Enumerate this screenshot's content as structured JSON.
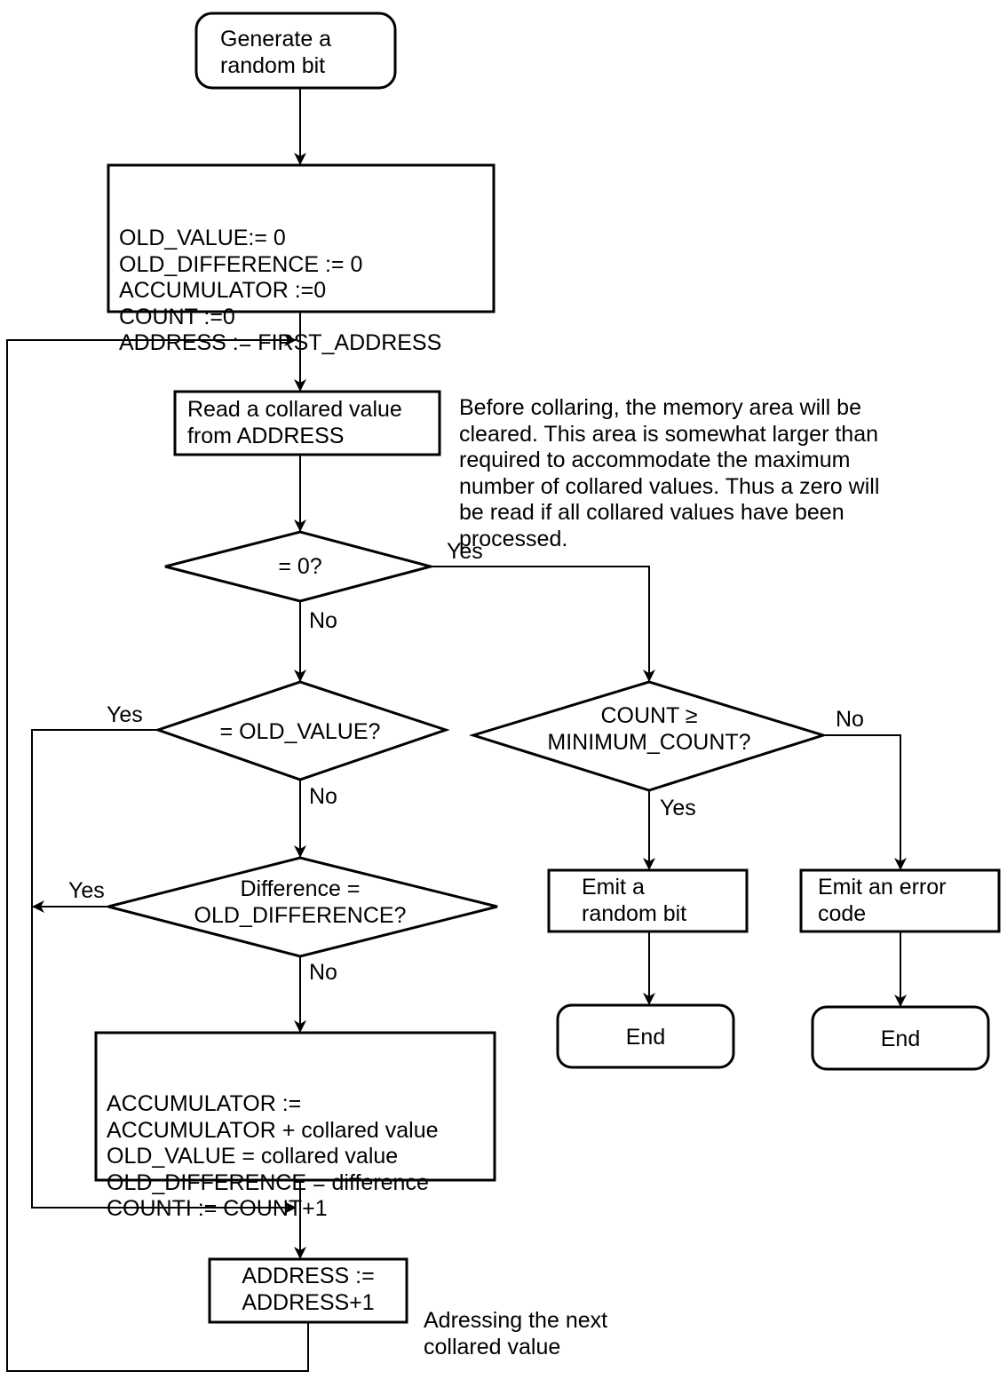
{
  "nodes": {
    "start": {
      "type": "terminal",
      "lines": [
        "Generate a",
        "random bit"
      ]
    },
    "init": {
      "type": "process",
      "lines": [
        "OLD_VALUE:= 0",
        "OLD_DIFFERENCE := 0",
        "ACCUMULATOR :=0",
        "COUNT :=0",
        "ADDRESS := FIRST_ADDRESS"
      ]
    },
    "read": {
      "type": "process",
      "lines": [
        "Read a collared value",
        "from ADDRESS"
      ]
    },
    "is_zero": {
      "type": "decision",
      "lines": [
        "= 0?"
      ]
    },
    "eq_old_value": {
      "type": "decision",
      "lines": [
        "= OLD_VALUE?"
      ]
    },
    "eq_old_diff": {
      "type": "decision",
      "lines": [
        "Difference =",
        "OLD_DIFFERENCE?"
      ]
    },
    "accumulate": {
      "type": "process",
      "lines": [
        "ACCUMULATOR :=",
        "ACCUMULATOR + collared value",
        "OLD_VALUE = collared value",
        "OLD_DIFFERENCE = difference",
        "COUNTI := COUNT+1"
      ]
    },
    "next_address": {
      "type": "process",
      "lines": [
        "ADDRESS :=",
        "ADDRESS+1"
      ]
    },
    "count_check": {
      "type": "decision",
      "lines": [
        "COUNT ≥",
        "MINIMUM_COUNT?"
      ]
    },
    "emit_bit": {
      "type": "process",
      "lines": [
        "Emit a",
        "random bit"
      ]
    },
    "emit_error": {
      "type": "process",
      "lines": [
        "Emit an error",
        "code"
      ]
    },
    "end_1": {
      "type": "terminal",
      "lines": [
        "End"
      ]
    },
    "end_2": {
      "type": "terminal",
      "lines": [
        "End"
      ]
    }
  },
  "annotations": {
    "memory_note": [
      "Before collaring, the memory area will be",
      "cleared. This area is somewhat larger than",
      "required to accommodate the maximum",
      "number of collared values. Thus a zero will",
      "be read if all collared values have been",
      "processed."
    ],
    "address_note": [
      "Adressing the next",
      "collared value"
    ]
  },
  "edge_labels": {
    "is_zero_yes": "Yes",
    "is_zero_no": "No",
    "eq_old_value_yes": "Yes",
    "eq_old_value_no": "No",
    "eq_old_diff_yes": "Yes",
    "eq_old_diff_no": "No",
    "count_check_yes": "Yes",
    "count_check_no": "No"
  },
  "edges": [
    {
      "from": "start",
      "to": "init"
    },
    {
      "from": "init",
      "to": "read"
    },
    {
      "from": "read",
      "to": "is_zero"
    },
    {
      "from": "is_zero",
      "to": "eq_old_value",
      "label": "No"
    },
    {
      "from": "is_zero",
      "to": "count_check",
      "label": "Yes"
    },
    {
      "from": "eq_old_value",
      "to": "next_address",
      "label": "Yes"
    },
    {
      "from": "eq_old_value",
      "to": "eq_old_diff",
      "label": "No"
    },
    {
      "from": "eq_old_diff",
      "to": "next_address",
      "label": "Yes"
    },
    {
      "from": "eq_old_diff",
      "to": "accumulate",
      "label": "No"
    },
    {
      "from": "accumulate",
      "to": "next_address"
    },
    {
      "from": "next_address",
      "to": "read"
    },
    {
      "from": "count_check",
      "to": "emit_bit",
      "label": "Yes"
    },
    {
      "from": "count_check",
      "to": "emit_error",
      "label": "No"
    },
    {
      "from": "emit_bit",
      "to": "end_1"
    },
    {
      "from": "emit_error",
      "to": "end_2"
    }
  ]
}
